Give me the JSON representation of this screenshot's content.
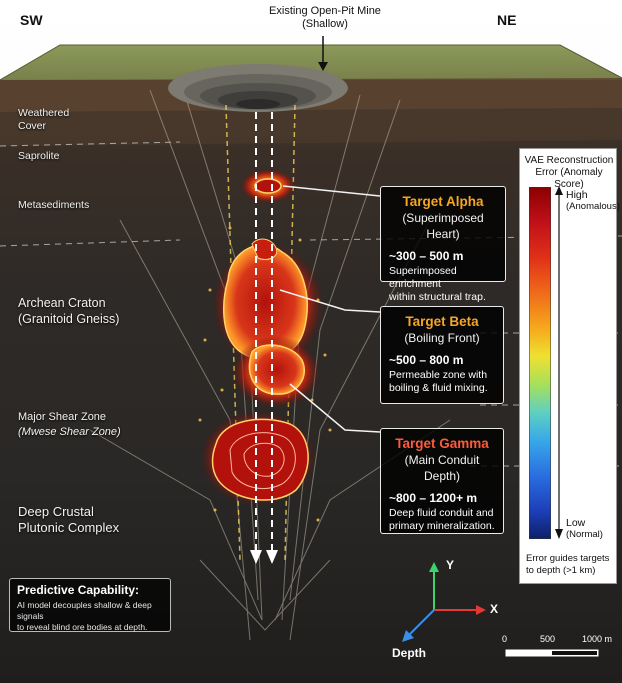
{
  "orientation": {
    "left": "SW",
    "right": "NE"
  },
  "mine": {
    "title": "Existing Open-Pit Mine",
    "subtitle": "(Shallow)"
  },
  "layers": [
    {
      "line1": "Weathered",
      "line2": "Cover"
    },
    {
      "line1": "Saprolite",
      "line2": ""
    },
    {
      "line1": "Metasediments",
      "line2": ""
    },
    {
      "line1": "Archean Craton",
      "line2": "(Granitoid Gneiss)"
    },
    {
      "line1": "Major Shear Zone",
      "line2": "(Mwese Shear Zone)"
    },
    {
      "line1": "Deep Crustal",
      "line2": "Plutonic Complex"
    }
  ],
  "targets": [
    {
      "title": "Target Alpha",
      "subtitle": "(Superimposed Heart)",
      "depth": "~300 – 500 m",
      "desc1": "Superimposed enrichment",
      "desc2": "within structural trap."
    },
    {
      "title": "Target Beta",
      "subtitle": "(Boiling Front)",
      "depth": "~500 – 800 m",
      "desc1": "Permeable zone with",
      "desc2": "boiling & fluid mixing."
    },
    {
      "title": "Target Gamma",
      "subtitle": "(Main Conduit Depth)",
      "depth": "~800 – 1200+ m",
      "desc1": "Deep fluid conduit and",
      "desc2": "primary mineralization."
    }
  ],
  "legend": {
    "title1": "VAE Reconstruction",
    "title2": "Error (Anomaly Score)",
    "high": "High",
    "high_sub": "(Anomalous)",
    "low": "Low",
    "low_sub": "(Normal)",
    "caption1": "Error guides targets",
    "caption2": "to depth (>1 km)",
    "colors": [
      "#8b0000",
      "#c0101a",
      "#e03018",
      "#f06a1a",
      "#f5a81c",
      "#f0e030",
      "#a8e05a",
      "#5fd0c0",
      "#39a8e8",
      "#2a6ee0",
      "#1d3fb8",
      "#0d1f66"
    ]
  },
  "predictive": {
    "heading": "Predictive Capability:",
    "body1": "AI model decouples shallow & deep signals",
    "body2": "to reveal blind ore bodies at depth."
  },
  "axes": {
    "y": "Y",
    "x": "X",
    "depth": "Depth",
    "y_color": "#3bd36b",
    "x_color": "#e53935",
    "depth_color": "#3a8ee8"
  },
  "scale_bar": {
    "ticks": [
      "0",
      "500",
      "1000 m"
    ]
  }
}
